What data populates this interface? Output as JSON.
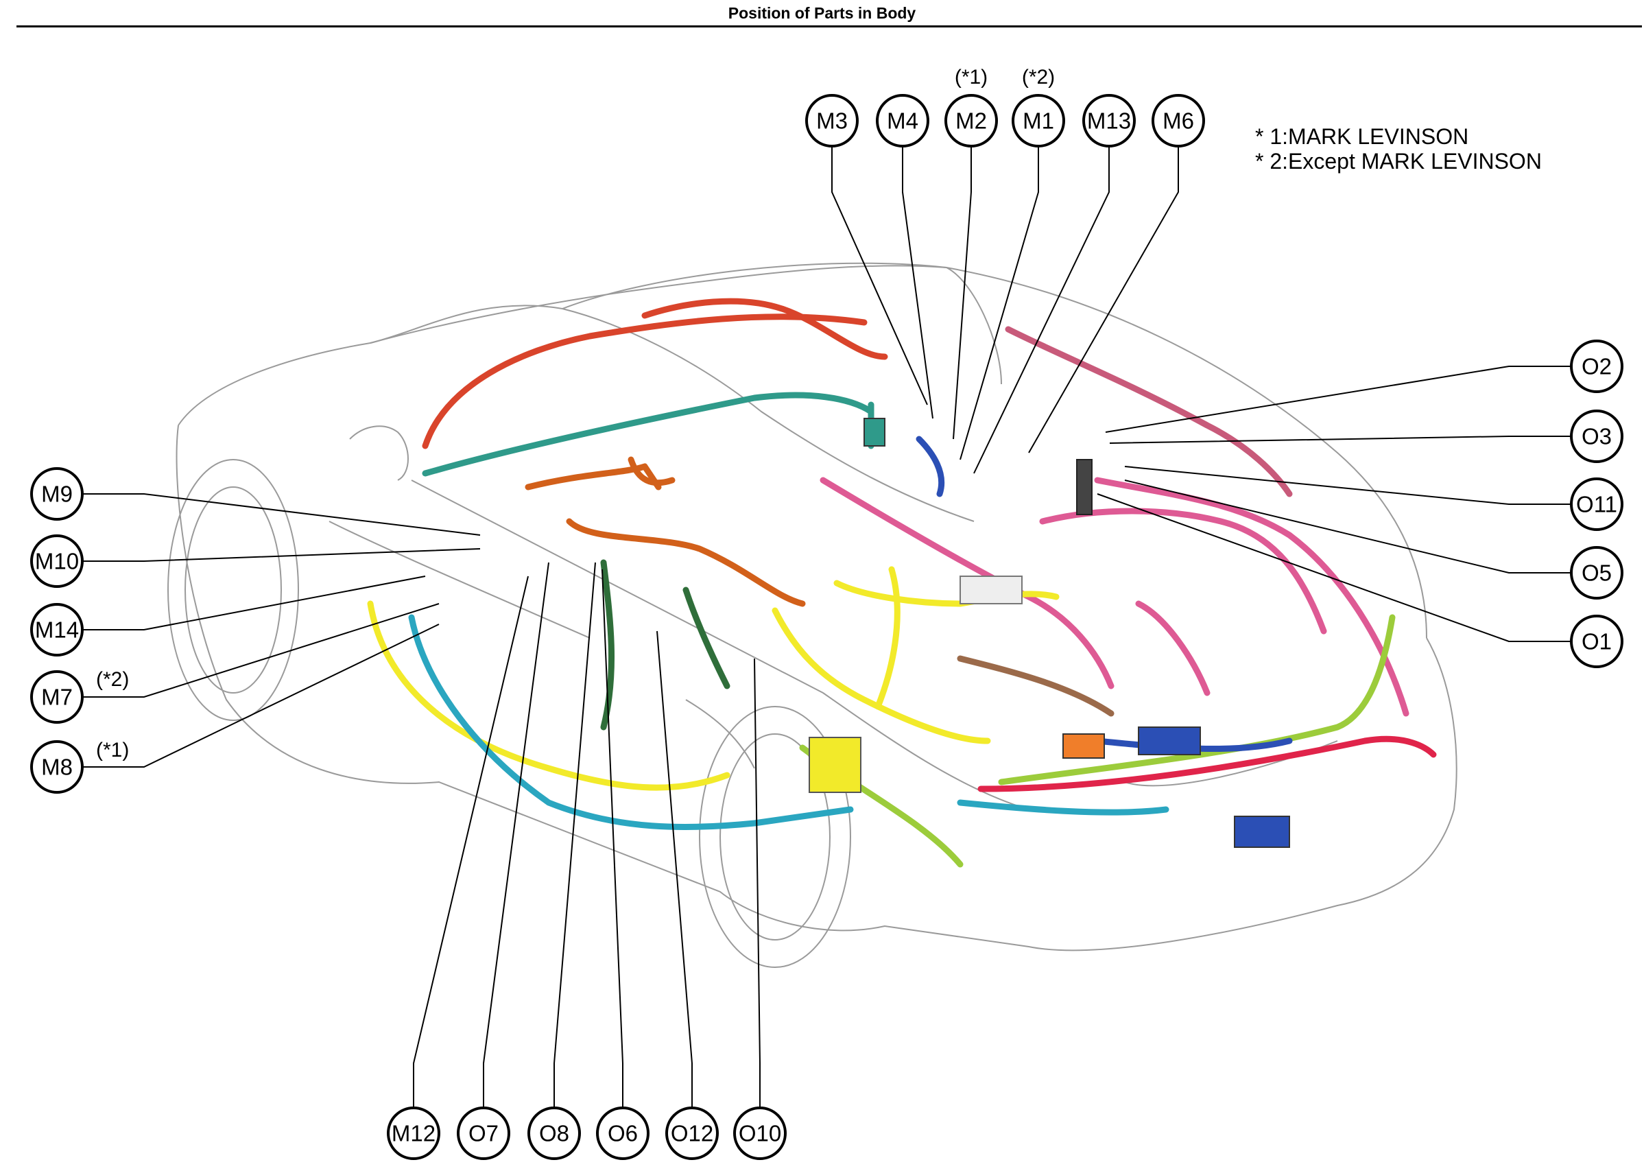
{
  "title": "Position of Parts in Body",
  "legend": {
    "line1": "* 1:MARK LEVINSON",
    "line2": "* 2:Except MARK LEVINSON"
  },
  "callouts": {
    "M3": "M3",
    "M4": "M4",
    "M2": "M2",
    "M1": "M1",
    "M13": "M13",
    "M6": "M6",
    "O2": "O2",
    "O3": "O3",
    "O11": "O11",
    "O5": "O5",
    "O1": "O1",
    "M9": "M9",
    "M10": "M10",
    "M14": "M14",
    "M7": "M7",
    "M8": "M8",
    "M12": "M12",
    "O7": "O7",
    "O8": "O8",
    "O6": "O6",
    "O12": "O12",
    "O10": "O10"
  },
  "notes": {
    "M2": "(*1)",
    "M1": "(*2)",
    "M7": "(*2)",
    "M8": "(*1)"
  },
  "harness_colors": {
    "red": "#d9442b",
    "orange": "#d2601a",
    "teal": "#2f9a8a",
    "pink": "#de5a94",
    "yellow": "#f2ea2a",
    "blue": "#2b4fb5",
    "green": "#2f6e3a",
    "lime": "#9ccc3b",
    "cyan": "#2aa6c0",
    "brown": "#9b6a4a",
    "crimson": "#e0244a"
  }
}
